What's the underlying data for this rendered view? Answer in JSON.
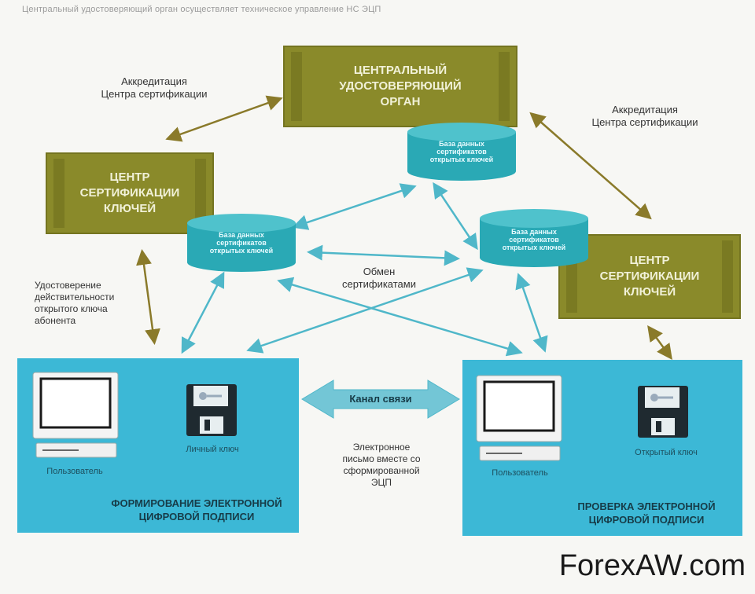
{
  "caption": "Центральный удостоверяющий орган осуществляет техническое управление НС ЭЦП",
  "central_authority": {
    "lines": [
      "ЦЕНТРАЛЬНЫЙ",
      "УДОСТОВЕРЯЮЩИЙ",
      "ОРГАН"
    ]
  },
  "center_left": {
    "lines": [
      "ЦЕНТР",
      "СЕРТИФИКАЦИИ",
      "КЛЮЧЕЙ"
    ]
  },
  "center_right": {
    "lines": [
      "ЦЕНТР",
      "СЕРТИФИКАЦИИ",
      "КЛЮЧЕЙ"
    ]
  },
  "db_label_lines": [
    "База данных",
    "сертификатов",
    "открытых ключей"
  ],
  "accreditation_left": [
    "Аккредитация",
    "Центра сертификации"
  ],
  "accreditation_right": [
    "Аккредитация",
    "Центра сертификации"
  ],
  "exchange": [
    "Обмен",
    "сертификатами"
  ],
  "validity": [
    "Удостоверение",
    "действительности",
    "открытого ключа",
    "абонента"
  ],
  "channel": "Канал связи",
  "message": [
    "Электронное",
    "письмо вместе со",
    "сформированной",
    "ЭЦП"
  ],
  "left_panel": {
    "user": "Пользователь",
    "key": "Личный ключ",
    "title": [
      "ФОРМИРОВАНИЕ ЭЛЕКТРОННОЙ",
      "ЦИФРОВОЙ ПОДПИСИ"
    ]
  },
  "right_panel": {
    "user": "Пользователь",
    "key": "Открытый ключ",
    "title": [
      "ПРОВЕРКА ЭЛЕКТРОННОЙ",
      "ЦИФРОВОЙ ПОДПИСИ"
    ]
  },
  "watermark": "ForexAW.com",
  "colors": {
    "olive": "#8a8a2a",
    "teal_db": "#2aa9b5",
    "panel": "#3cb8d6",
    "arrow": "#4fb7c9",
    "arrow_olive": "#8a7a2a"
  }
}
